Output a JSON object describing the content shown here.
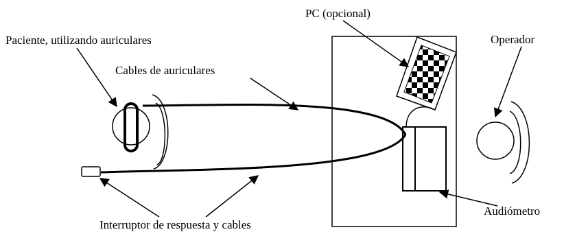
{
  "labels": {
    "patient": "Paciente, utilizando auriculares",
    "headphone_cables": "Cables de auriculares",
    "pc": "PC (opcional)",
    "operator": "Operador",
    "audiometer": "Audiómetro",
    "response_switch": "Interruptor de respuesta y cables"
  },
  "colors": {
    "line": "#000000",
    "background": "#ffffff"
  },
  "icons": {
    "patient": "patient-head-with-headphones-icon",
    "operator": "operator-head-icon",
    "pc": "laptop-checkered-icon",
    "audiometer": "audiometer-box-icon",
    "switch": "response-switch-icon"
  }
}
